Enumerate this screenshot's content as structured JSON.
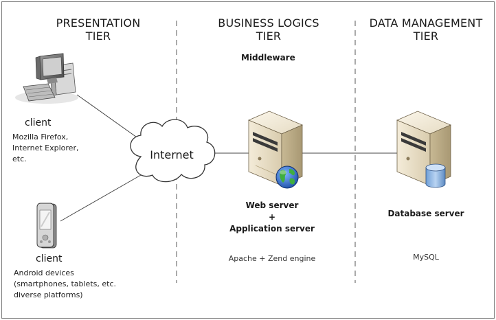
{
  "tiers": {
    "presentation": [
      "PRESENTATION",
      "TIER"
    ],
    "business": [
      "BUSINESS LOGICS",
      "TIER"
    ],
    "data": [
      "DATA MANAGEMENT",
      "TIER"
    ]
  },
  "middleware_label": "Middleware",
  "cloud_label": "Internet",
  "client1": {
    "label": "client",
    "desc": [
      "Mozilla Firefox,",
      "Internet Explorer,",
      "etc."
    ]
  },
  "client2": {
    "label": "client",
    "desc": [
      "Android devices",
      "(smartphones, tablets, etc.",
      "diverse platforms)"
    ]
  },
  "web_server": {
    "title": [
      "Web server",
      "+",
      "Application server"
    ],
    "note": "Apache + Zend engine"
  },
  "db_server": {
    "title": "Database server",
    "note": "MySQL"
  }
}
